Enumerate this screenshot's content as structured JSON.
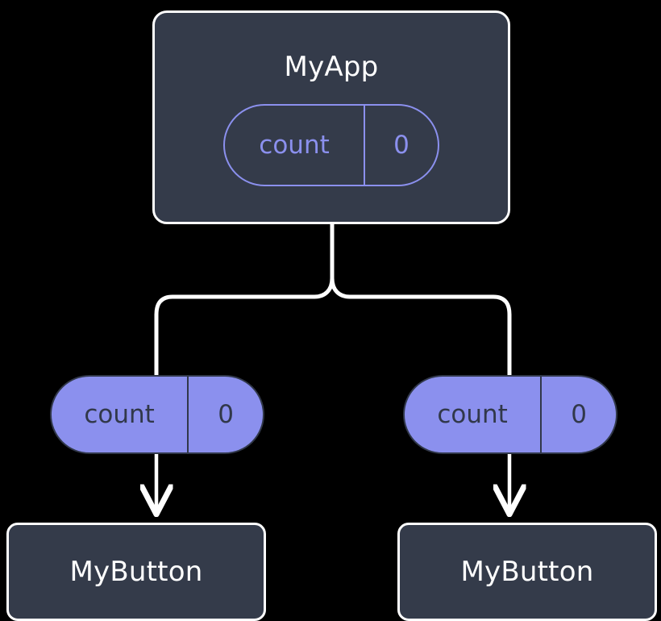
{
  "diagram": {
    "type": "component-state-tree",
    "background_color": "#000000",
    "palette": {
      "node_fill": "#343b4a",
      "node_stroke": "#ffffff",
      "accent": "#8b90ee",
      "accent_text_on_fill": "#31384a",
      "edge_color": "#ffffff"
    }
  },
  "root": {
    "name": "root-component",
    "title": "MyApp",
    "state_pill": {
      "key": "count",
      "value": "0",
      "style": "outline"
    }
  },
  "props": [
    {
      "name": "prop-pill-left",
      "key": "count",
      "value": "0",
      "style": "filled"
    },
    {
      "name": "prop-pill-right",
      "key": "count",
      "value": "0",
      "style": "filled"
    }
  ],
  "children": [
    {
      "name": "child-left",
      "title": "MyButton"
    },
    {
      "name": "child-right",
      "title": "MyButton"
    }
  ],
  "edges": {
    "parent_to_fork": "vertical",
    "fork_to_children": "branching",
    "prop_to_child": "arrow-down"
  }
}
